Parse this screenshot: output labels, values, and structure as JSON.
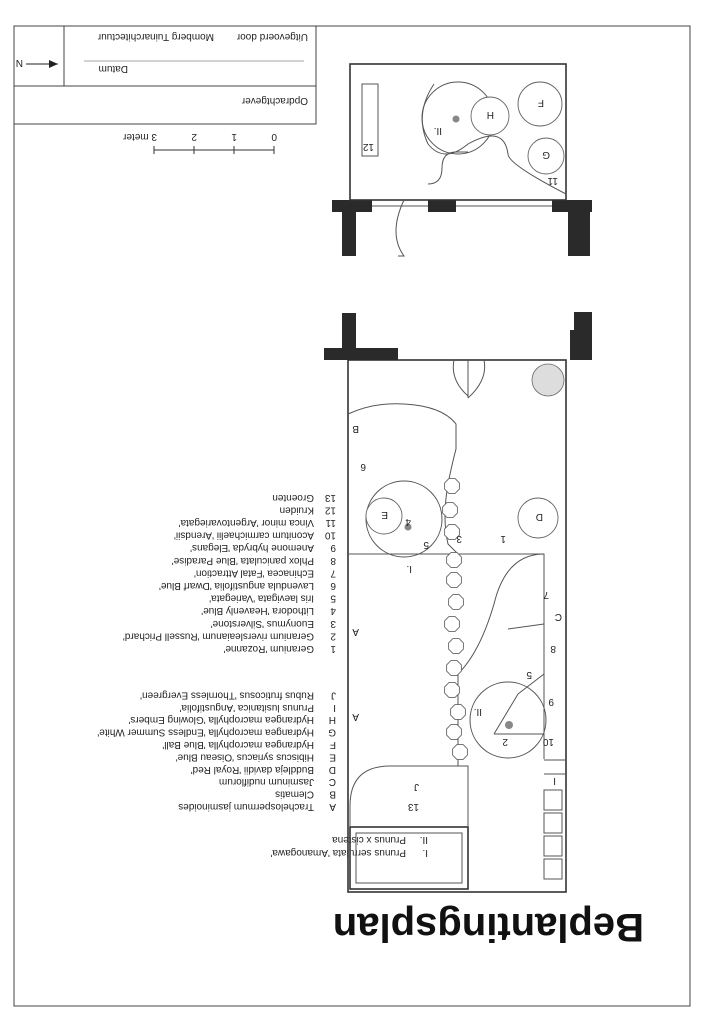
{
  "title": "Beplantingsplan",
  "trees": [
    {
      "code": "I.",
      "name": "Prunus serrulata 'Amanogawa'"
    },
    {
      "code": "II.",
      "name": "Prunus x cistena"
    }
  ],
  "shrubs": [
    {
      "code": "A",
      "name": "Trachelospermum jasminoides"
    },
    {
      "code": "B",
      "name": "Clematis"
    },
    {
      "code": "C",
      "name": "Jasminum nudiflorum"
    },
    {
      "code": "D",
      "name": "Buddleja davidii 'Royal Red'"
    },
    {
      "code": "E",
      "name": "Hibiscus syriacus 'Oiseau Blue'"
    },
    {
      "code": "F",
      "name": "Hydrangea macrophylla 'Blue Ball'"
    },
    {
      "code": "G",
      "name": "Hydrangea macrophylla 'Endless Summer White'"
    },
    {
      "code": "H",
      "name": "Hydrangea macrophylla 'Glowing Embers'"
    },
    {
      "code": "I",
      "name": "Prunus lusitanica 'Angustifolia'"
    },
    {
      "code": "J",
      "name": "Rubus fruticosus 'Thornless Evergreen'"
    }
  ],
  "perennials": [
    {
      "code": "1",
      "name": "Geranium 'Rozanne'"
    },
    {
      "code": "2",
      "name": "Geranium riversleaianum 'Russell Prichard'"
    },
    {
      "code": "3",
      "name": "Euonymus 'Silverstone'"
    },
    {
      "code": "4",
      "name": "Lithodora 'Heavenly Blue'"
    },
    {
      "code": "5",
      "name": "Iris laevigata 'Variegata'"
    },
    {
      "code": "6",
      "name": "Lavendula angustifolia 'Dwarf Blue'"
    },
    {
      "code": "7",
      "name": "Echinacea 'Fatal Attraction'"
    },
    {
      "code": "8",
      "name": "Phlox paniculata 'Blue Paradise'"
    },
    {
      "code": "9",
      "name": "Anemone hybryda 'Elegans'"
    },
    {
      "code": "10",
      "name": "Aconitum carmichaelii 'Arendsii'"
    },
    {
      "code": "11",
      "name": "Vinca minor 'Argentovariegata'"
    },
    {
      "code": "12",
      "name": "Kruiden"
    },
    {
      "code": "13",
      "name": "Groenten"
    }
  ],
  "scale": {
    "ticks": [
      "0",
      "1",
      "2",
      "3 meter"
    ]
  },
  "titleblock": {
    "client": "Opdrachtgever",
    "north": "N",
    "date": "Datum",
    "made_by": "Uitgevoerd door",
    "firm": "Momberg Tuinarchitectuur"
  },
  "plan_labels": {
    "A": "A",
    "B": "B",
    "C": "C",
    "D": "D",
    "E": "E",
    "F": "F",
    "G": "G",
    "H": "H",
    "I": "I",
    "J": "J",
    "n1": "1",
    "n2": "2",
    "n3": "3",
    "n4": "4",
    "n5": "5",
    "n6": "6",
    "n7": "7",
    "n8": "8",
    "n9": "9",
    "n10": "10",
    "n11": "11",
    "n12": "12",
    "n13": "13",
    "t1": "I.",
    "t2": "II."
  }
}
